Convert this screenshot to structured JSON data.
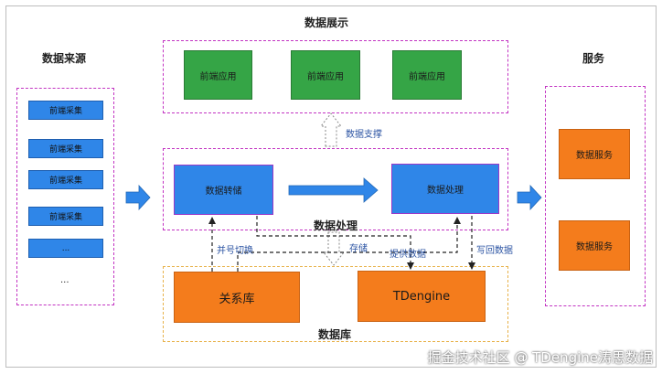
{
  "titles": {
    "display": "数据展示",
    "source": "数据来源",
    "service": "服务",
    "processing": "数据处理",
    "database": "数据库"
  },
  "display_apps": [
    "前端应用",
    "前端应用",
    "前端应用"
  ],
  "source_items": [
    "前端采集",
    "前端采集",
    "前端采集",
    "前端采集",
    "...",
    "..."
  ],
  "processing_boxes": {
    "transfer": "数据转储",
    "handle": "数据处理"
  },
  "db_boxes": {
    "relational": "关系库",
    "tdengine": "TDengine"
  },
  "services": [
    "数据服务",
    "数据服务"
  ],
  "edge_labels": {
    "support": "数据支撑",
    "parallel_switch": "并号切换",
    "store": "存储",
    "provide": "提供数据",
    "writeback": "写回数据"
  },
  "watermark": "掘金技术社区 @ TDengine涛思数据",
  "colors": {
    "zone_border": "#c233c2",
    "db_border": "#e8b24a",
    "blue": "#2f86e8",
    "green": "#35a546",
    "orange": "#f47c1c",
    "label_blue": "#2c54a3"
  }
}
